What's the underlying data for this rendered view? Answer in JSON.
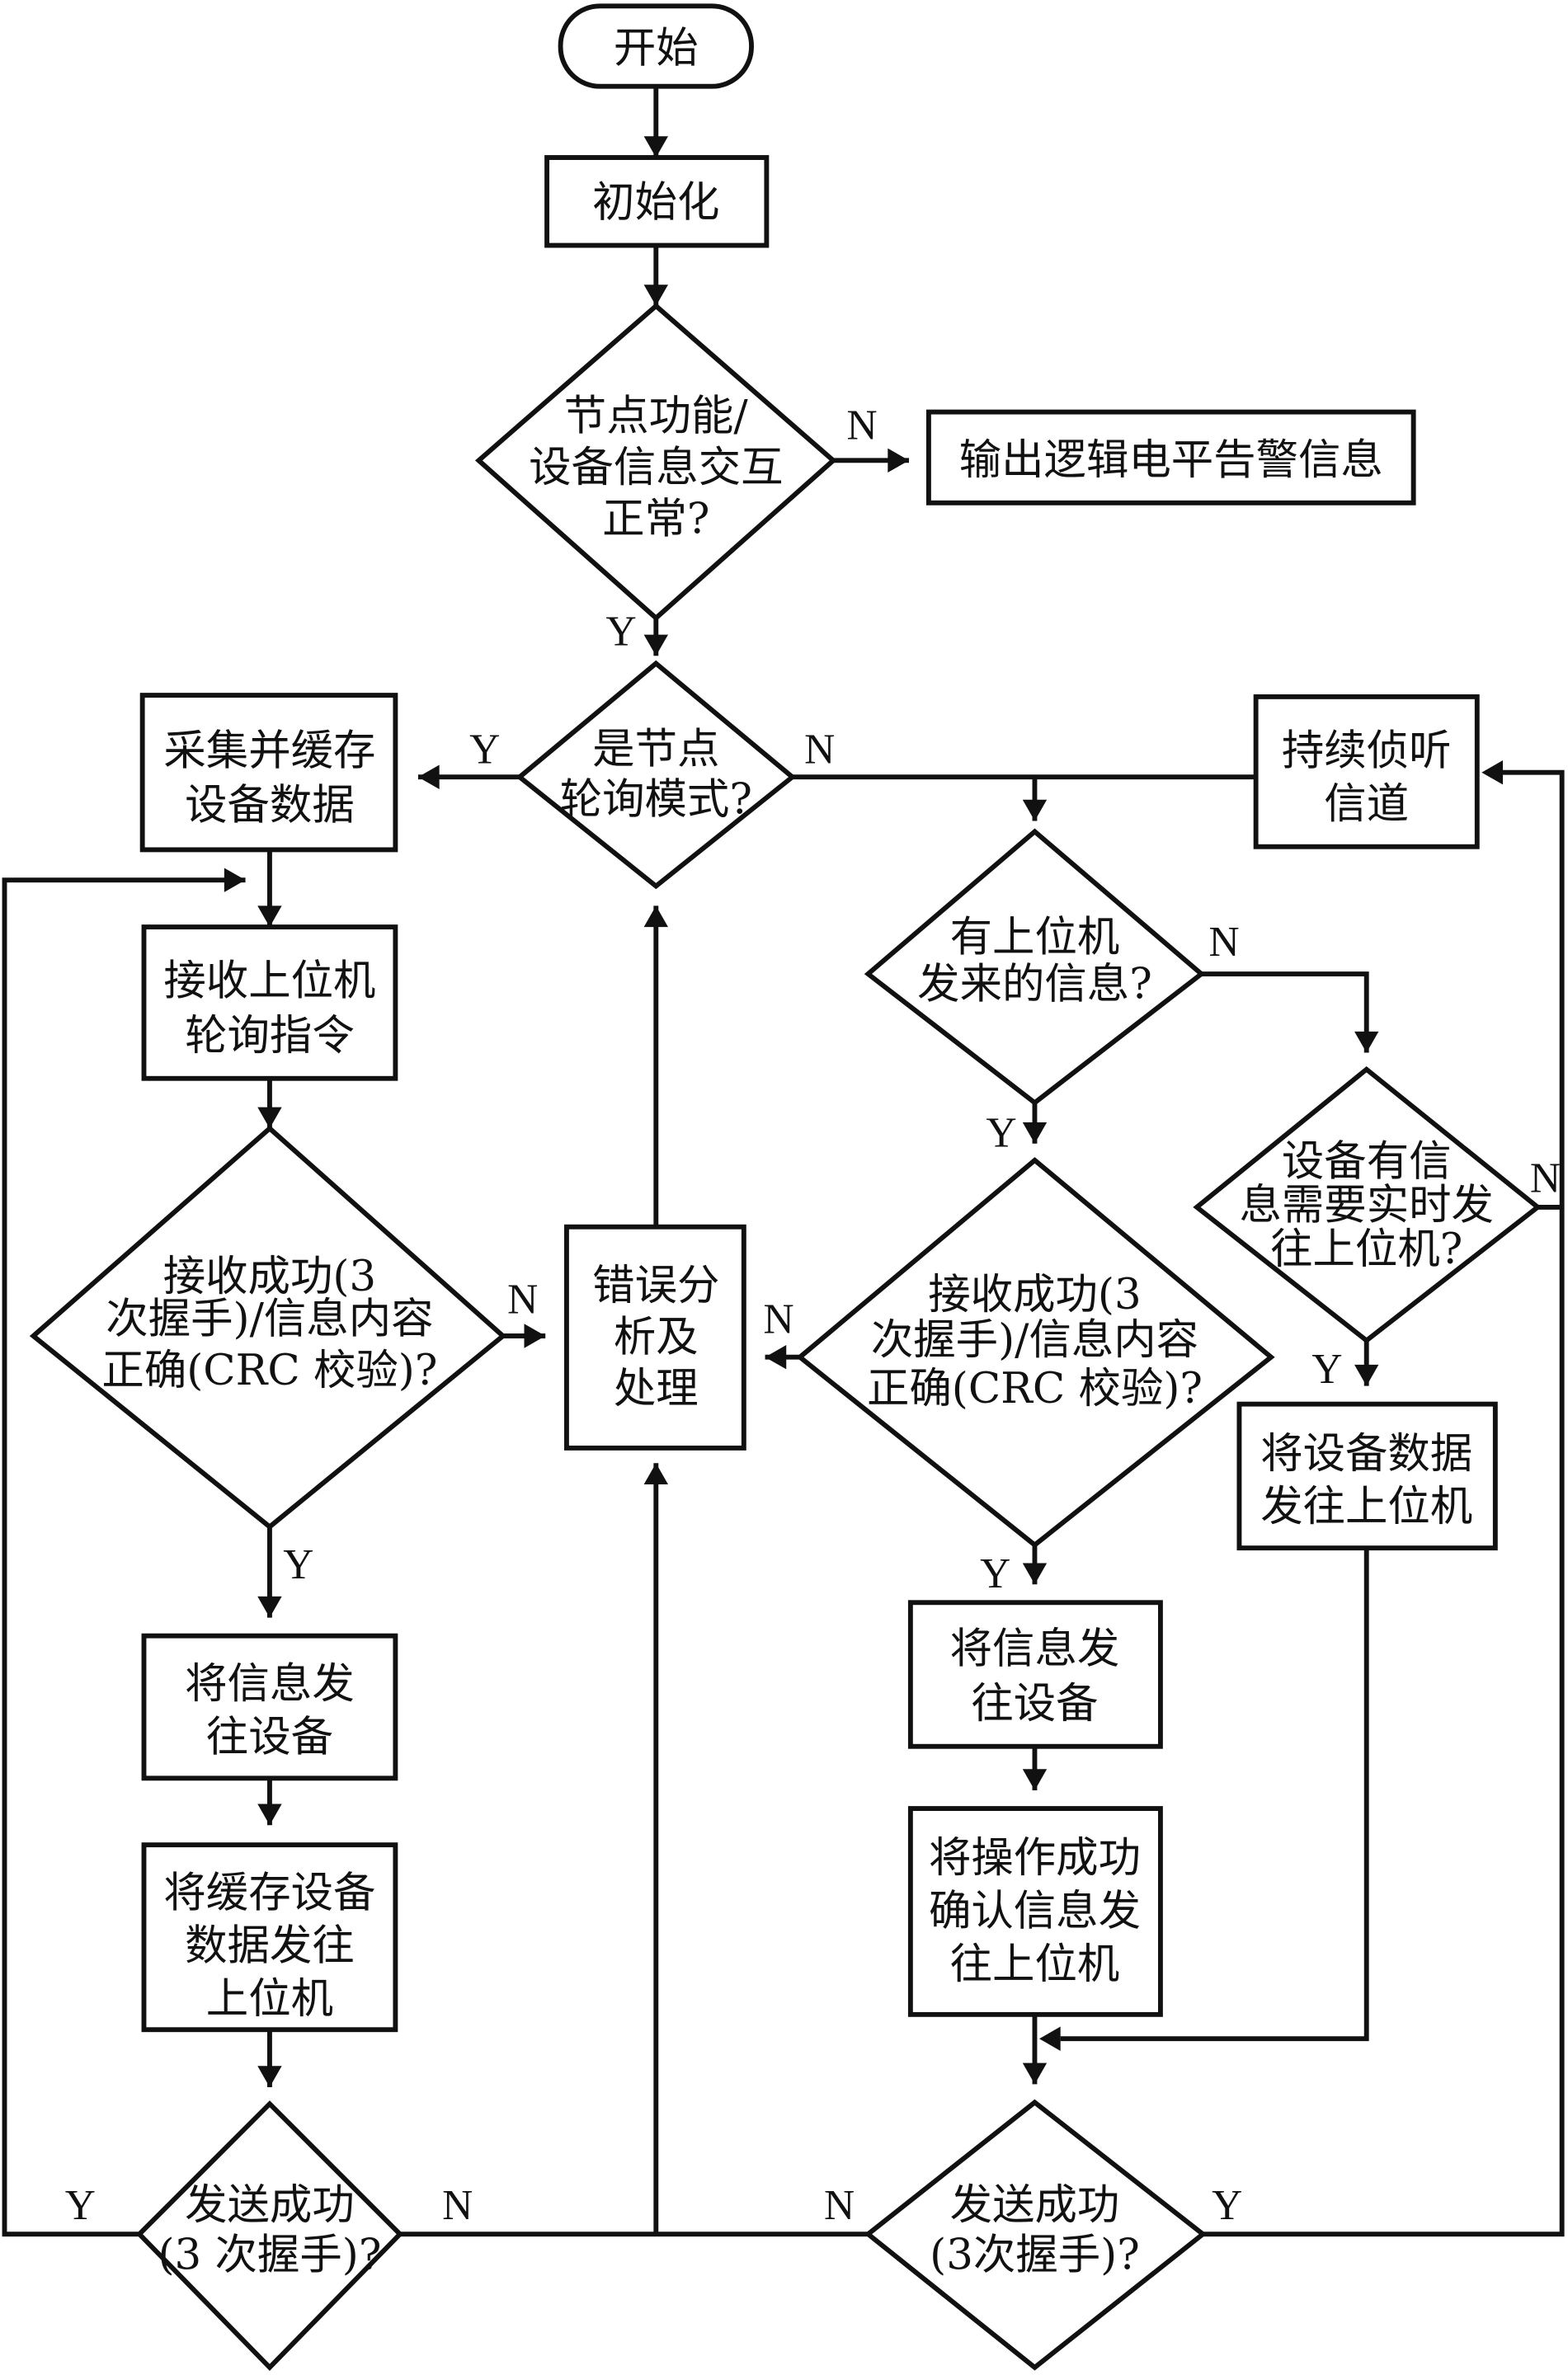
{
  "diagram": {
    "type": "flowchart",
    "nodes": {
      "start": {
        "kind": "terminal",
        "lines": [
          "开始"
        ]
      },
      "init": {
        "kind": "process",
        "lines": [
          "初始化"
        ]
      },
      "check_node": {
        "kind": "decision",
        "lines": [
          "节点功能/",
          "设备信息交互",
          "正常?"
        ]
      },
      "alarm": {
        "kind": "process",
        "lines": [
          "输出逻辑电平告警信息"
        ]
      },
      "poll_mode": {
        "kind": "decision",
        "lines": [
          "是节点",
          "轮询模式?"
        ]
      },
      "collect": {
        "kind": "process",
        "lines": [
          "采集并缓存",
          "设备数据"
        ]
      },
      "listen": {
        "kind": "process",
        "lines": [
          "持续侦听",
          "信道"
        ]
      },
      "recv_poll": {
        "kind": "process",
        "lines": [
          "接收上位机",
          "轮询指令"
        ]
      },
      "recv_ok_left": {
        "kind": "decision",
        "lines": [
          "接收成功(3",
          "次握手)/信息内容",
          "正确(CRC 校验)?"
        ]
      },
      "error": {
        "kind": "process",
        "lines": [
          "错误分",
          "析及",
          "处理"
        ]
      },
      "host_msg": {
        "kind": "decision",
        "lines": [
          "有上位机",
          "发来的信息?"
        ]
      },
      "device_realtime": {
        "kind": "decision",
        "lines": [
          "设备有信",
          "息需要实时发",
          "往上位机?"
        ]
      },
      "recv_ok_right": {
        "kind": "decision",
        "lines": [
          "接收成功(3",
          "次握手)/信息内容",
          "正确(CRC 校验)?"
        ]
      },
      "send_dev_data": {
        "kind": "process",
        "lines": [
          "将设备数据",
          "发往上位机"
        ]
      },
      "send_to_device_left": {
        "kind": "process",
        "lines": [
          "将信息发",
          "往设备"
        ]
      },
      "send_cached": {
        "kind": "process",
        "lines": [
          "将缓存设备",
          "数据发往",
          "上位机"
        ]
      },
      "send_to_device_right": {
        "kind": "process",
        "lines": [
          "将信息发",
          "往设备"
        ]
      },
      "send_confirm": {
        "kind": "process",
        "lines": [
          "将操作成功",
          "确认信息发",
          "往上位机"
        ]
      },
      "send_ok_left": {
        "kind": "decision",
        "lines": [
          "发送成功",
          "(3 次握手)?"
        ]
      },
      "send_ok_right": {
        "kind": "decision",
        "lines": [
          "发送成功",
          "(3次握手)?"
        ]
      }
    },
    "edge_labels": {
      "yes": "Y",
      "no": "N"
    },
    "colors": {
      "stroke": "#111111",
      "background": "#ffffff"
    }
  }
}
